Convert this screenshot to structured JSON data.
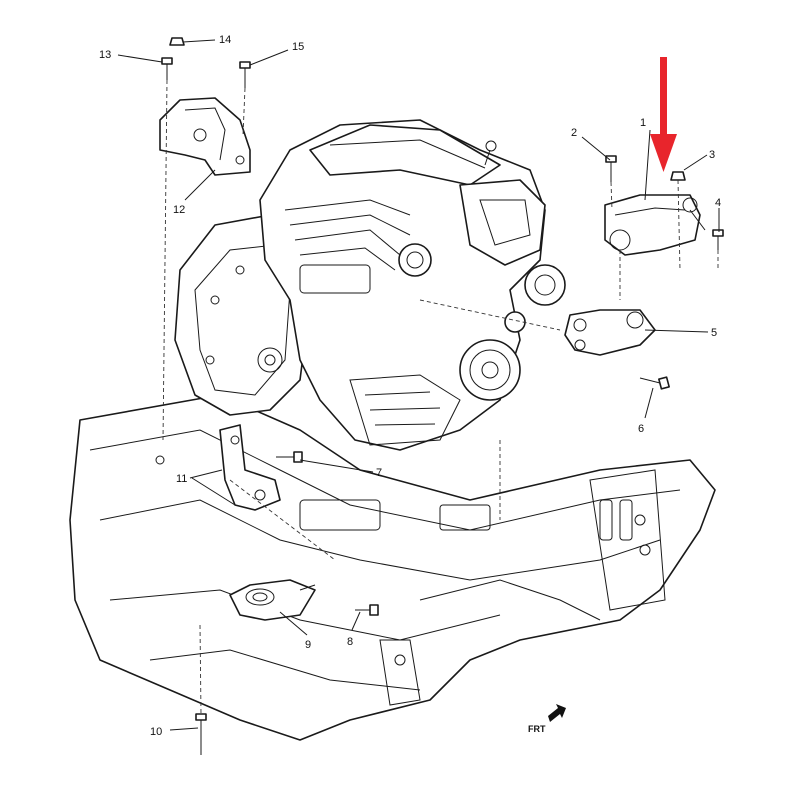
{
  "callouts": [
    {
      "id": "c1",
      "text": "1"
    },
    {
      "id": "c2",
      "text": "2"
    },
    {
      "id": "c3",
      "text": "3"
    },
    {
      "id": "c4",
      "text": "4"
    },
    {
      "id": "c5",
      "text": "5"
    },
    {
      "id": "c6",
      "text": "6"
    },
    {
      "id": "c7",
      "text": "7"
    },
    {
      "id": "c8",
      "text": "8"
    },
    {
      "id": "c9",
      "text": "9"
    },
    {
      "id": "c10",
      "text": "10"
    },
    {
      "id": "c11",
      "text": "11"
    },
    {
      "id": "c12",
      "text": "12"
    },
    {
      "id": "c13",
      "text": "13"
    },
    {
      "id": "c14",
      "text": "14"
    },
    {
      "id": "c15",
      "text": "15"
    }
  ],
  "direction_label": "FRT",
  "colors": {
    "line": "#1a1a1a",
    "highlight_arrow": "#e8252c",
    "background": "#ffffff"
  }
}
